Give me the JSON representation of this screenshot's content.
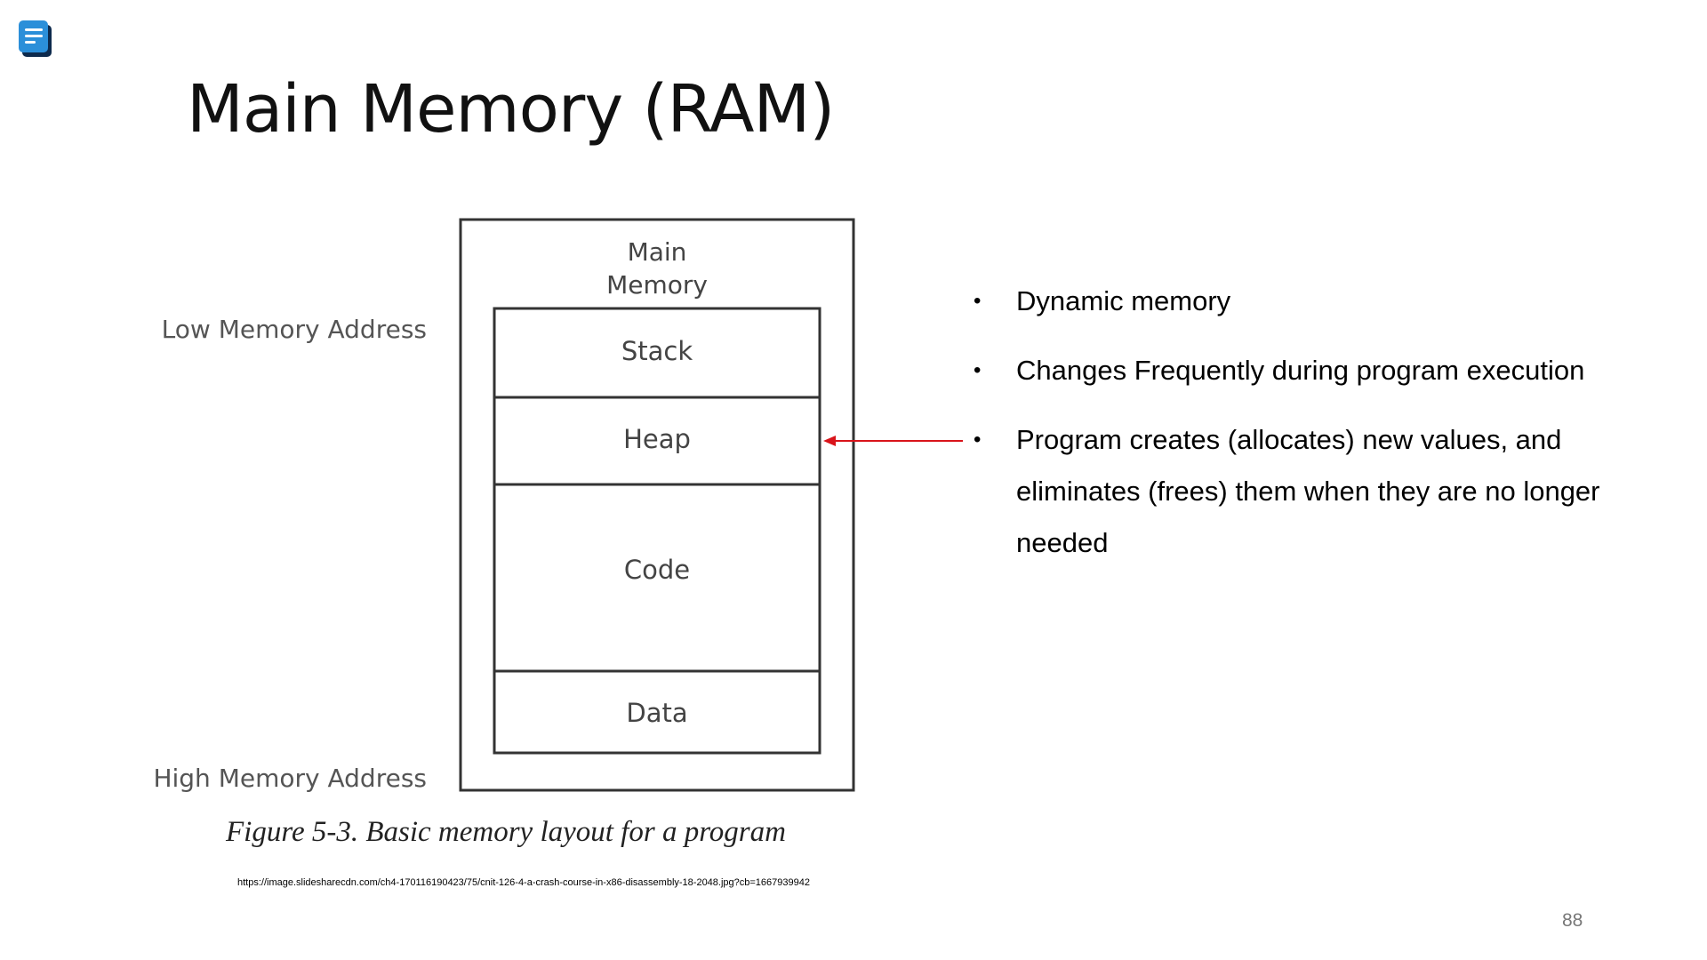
{
  "slide": {
    "title": "Main Memory (RAM)",
    "page_number": "88"
  },
  "diagram": {
    "outer_label_line1": "Main",
    "outer_label_line2": "Memory",
    "low_address_label": "Low Memory Address",
    "high_address_label": "High Memory Address",
    "segments": [
      "Stack",
      "Heap",
      "Code",
      "Data"
    ],
    "arrow_color": "#d9141b",
    "caption": "Figure 5-3. Basic memory layout for a program",
    "source_url": "https://image.slidesharecdn.com/ch4-170116190423/75/cnit-126-4-a-crash-course-in-x86-disassembly-18-2048.jpg?cb=1667939942"
  },
  "bullets": [
    "Dynamic memory",
    "Changes Frequently during program execution",
    "Program creates (allocates) new values, and eliminates (frees) them when they are no longer needed"
  ],
  "icons": {
    "app": "document-icon",
    "bullet": "bullet-dot-icon"
  }
}
